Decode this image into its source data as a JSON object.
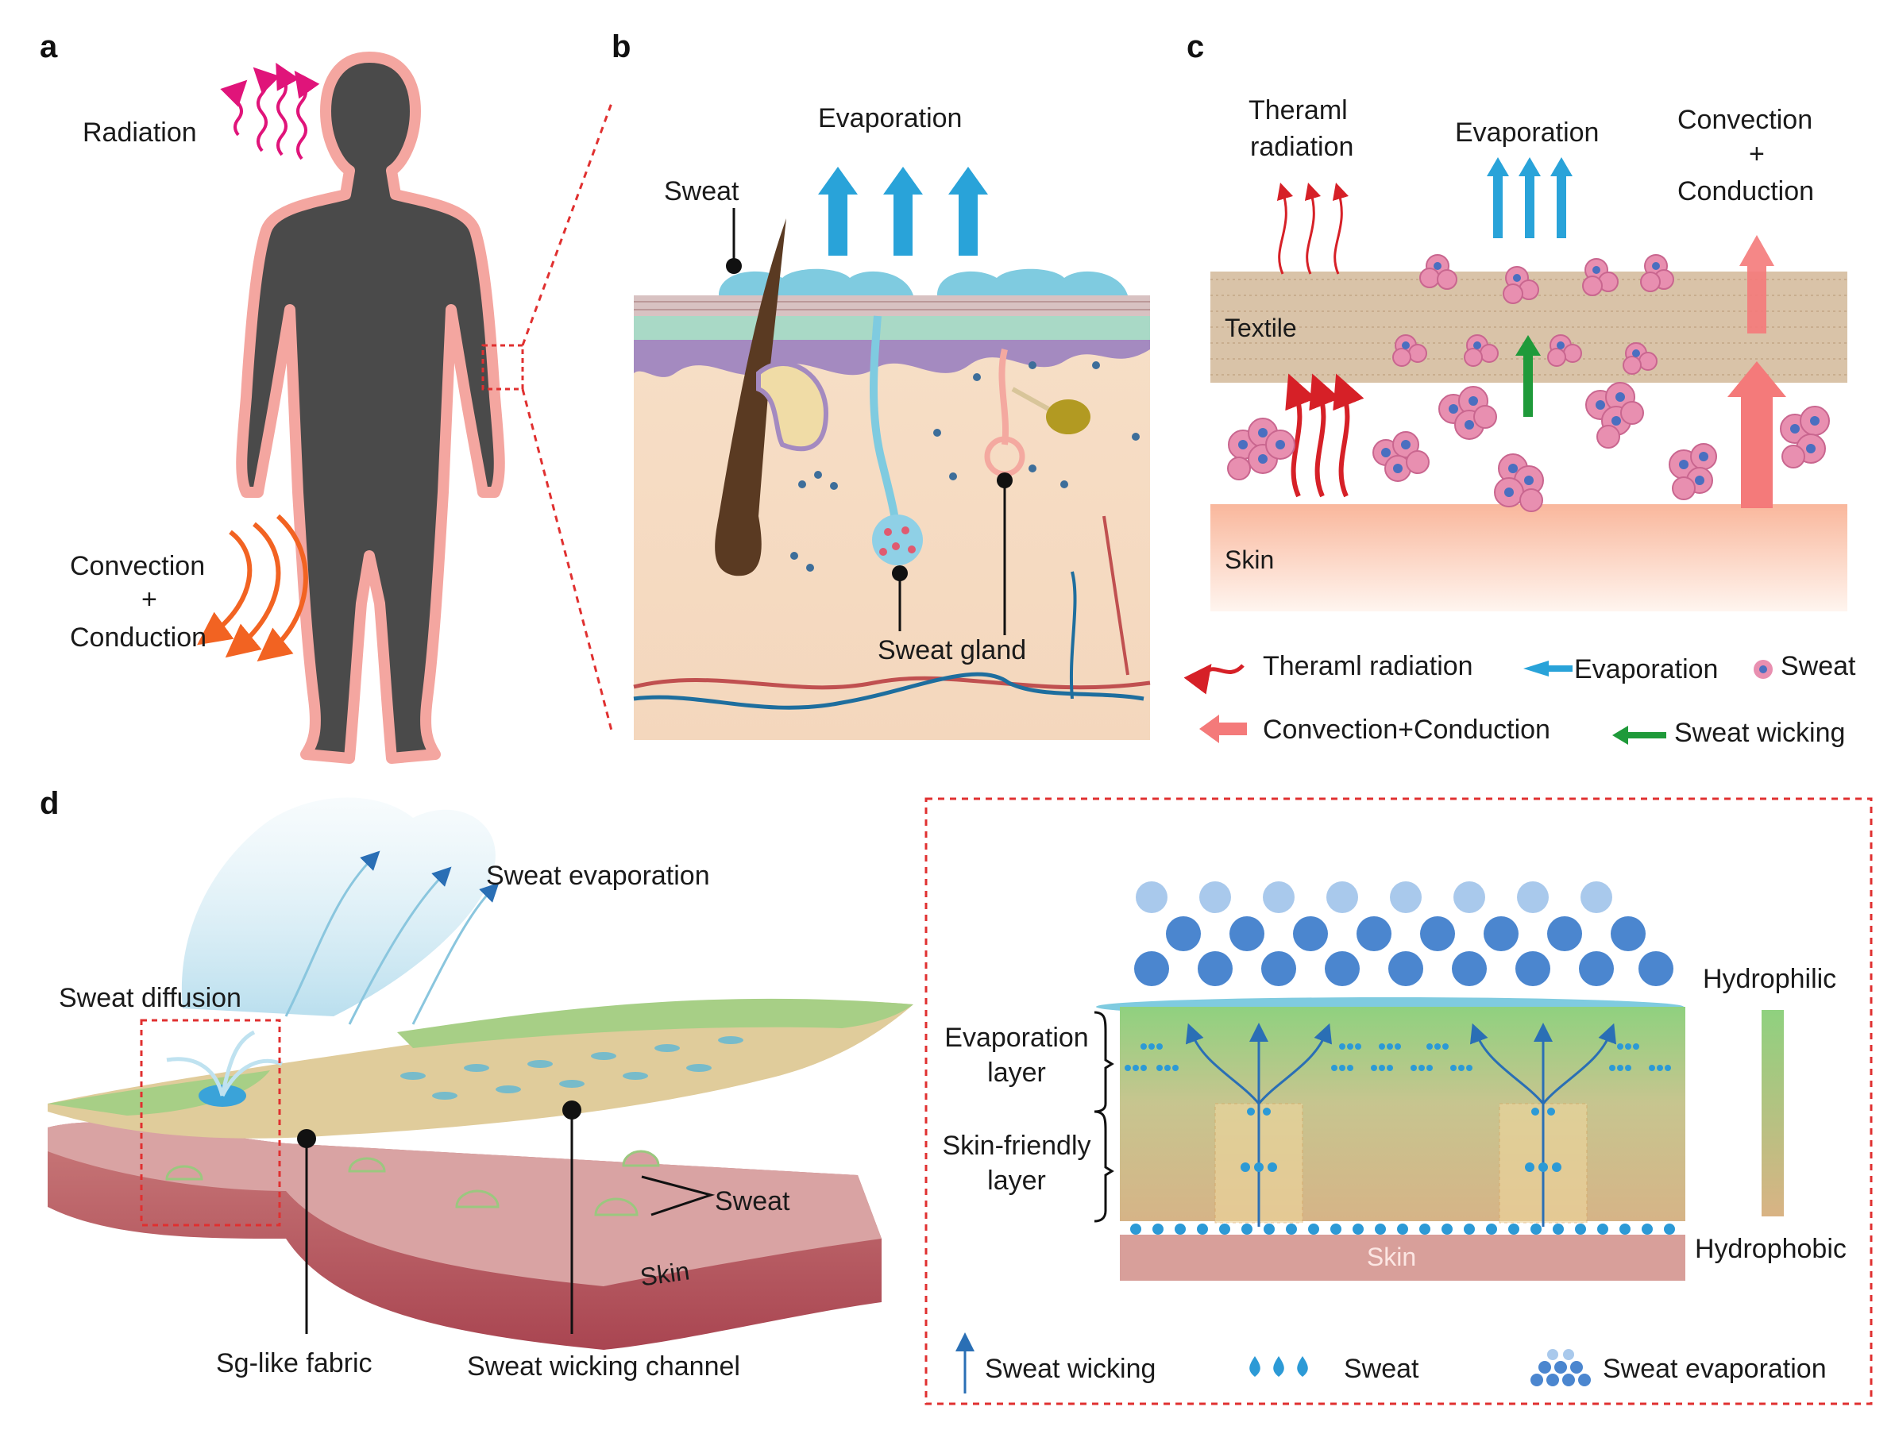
{
  "panels": {
    "a": "a",
    "b": "b",
    "c": "c",
    "d": "d"
  },
  "panel_a": {
    "radiation": "Radiation",
    "convection_1": "Convection",
    "plus": "+",
    "conduction": "Conduction"
  },
  "panel_b": {
    "evaporation": "Evaporation",
    "sweat": "Sweat",
    "sweat_gland": "Sweat gland"
  },
  "panel_c": {
    "thermal_radiation_1": "Theraml",
    "thermal_radiation_2": "radiation",
    "evaporation": "Evaporation",
    "convection": "Convection",
    "plus": "+",
    "conduction": "Conduction",
    "textile": "Textile",
    "skin": "Skin",
    "legend": {
      "thermal_radiation": "Theraml radiation",
      "evaporation": "Evaporation",
      "sweat": "Sweat",
      "convection_conduction": "Convection+Conduction",
      "sweat_wicking": "Sweat wicking"
    }
  },
  "panel_d": {
    "sweat_evaporation": "Sweat evaporation",
    "sweat_diffusion": "Sweat diffusion",
    "sweat": "Sweat",
    "skin": "Skin",
    "sg_fabric": "Sg-like fabric",
    "wicking_channel": "Sweat wicking channel",
    "inset": {
      "hydrophilic": "Hydrophilic",
      "hydrophobic": "Hydrophobic",
      "evaporation_layer_1": "Evaporation",
      "evaporation_layer_2": "layer",
      "skin_friendly_1": "Skin-friendly",
      "skin_friendly_2": "layer",
      "skin": "Skin",
      "legend": {
        "sweat_wicking": "Sweat wicking",
        "sweat": "Sweat",
        "sweat_evaporation": "Sweat evaporation"
      }
    }
  },
  "colors": {
    "body": "#4a4a4a",
    "body_glow": "#f4a6a0",
    "radiation": "#e0147a",
    "convection": "#f26322",
    "evaporation_arrow": "#29a3d9",
    "sweat_particle": "#e88fb0",
    "sweat_core": "#4a6fc0",
    "thermal_arrow": "#d62027",
    "wicking_arrow": "#1f9a3a",
    "convection_arrow": "#f47a7a",
    "red_dash": "#e03030",
    "textile": "#d9c3a8",
    "skin_c": "#fbd3bf",
    "inset_green": "#8fcf84",
    "inset_tan": "#d7b88c",
    "drop_blue": "#2c9ad6",
    "evap_dot": "#4b86cf"
  }
}
